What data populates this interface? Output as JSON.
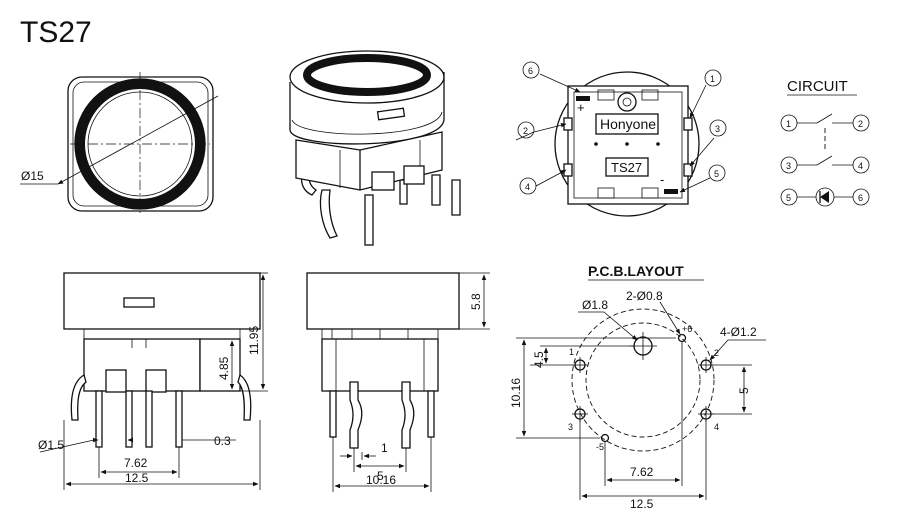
{
  "title": "TS27",
  "top_view": {
    "diameter_label": "Ø15"
  },
  "pin_view": {
    "brand": "Honyone",
    "model": "TS27",
    "plus_mark": "+",
    "minus_mark": "-",
    "pins": [
      "1",
      "2",
      "3",
      "4",
      "5",
      "6"
    ]
  },
  "circuit": {
    "heading": "CIRCUIT",
    "pins": [
      "1",
      "2",
      "3",
      "4",
      "5",
      "6"
    ]
  },
  "front_view": {
    "height_total": "11.95",
    "height_base": "4.85",
    "pin_diameter": "Ø1.5",
    "pin_thickness": "0.3",
    "pin_spacing": "7.62",
    "body_width": "12.5"
  },
  "side_view": {
    "cap_height": "5.8",
    "pin_width": "1",
    "pin_pitch": "5",
    "body_width": "10.16"
  },
  "pcb": {
    "heading": "P.C.B.LAYOUT",
    "hole_center": "Ø1.8",
    "hole_led": "2-Ø0.8",
    "hole_switch": "4-Ø1.2",
    "dim_vertical_half": "4.5",
    "dim_vertical_full": "10.16",
    "dim_right": "5",
    "dim_inner": "7.62",
    "dim_outer": "12.5",
    "pin_labels": [
      "1",
      "2",
      "3",
      "4",
      "+6",
      "-5"
    ]
  }
}
